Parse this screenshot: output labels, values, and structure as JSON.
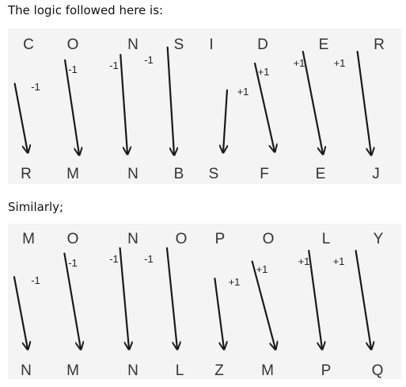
{
  "texts": {
    "intro": "The logic followed here is:",
    "similarly": "Similarly;"
  },
  "groups": [
    {
      "id": "ex1-left",
      "top": [
        "C",
        "O",
        "N",
        "S"
      ],
      "bottom": [
        "R",
        "M",
        "N",
        "B"
      ],
      "ops": [
        "-1",
        "-1",
        "-1",
        "-1"
      ]
    },
    {
      "id": "ex1-right",
      "top": [
        "I",
        "D",
        "E",
        "R"
      ],
      "bottom": [
        "S",
        "F",
        "E",
        "J"
      ],
      "ops": [
        "+1",
        "+1",
        "+1",
        "+1"
      ]
    },
    {
      "id": "ex2-left",
      "top": [
        "M",
        "O",
        "N",
        "O"
      ],
      "bottom": [
        "N",
        "M",
        "N",
        "L"
      ],
      "ops": [
        "-1",
        "-1",
        "-1",
        "-1"
      ]
    },
    {
      "id": "ex2-right",
      "top": [
        "P",
        "O",
        "L",
        "Y"
      ],
      "bottom": [
        "Z",
        "M",
        "P",
        "Q"
      ],
      "ops": [
        "+1",
        "+1",
        "+1",
        "+1"
      ]
    }
  ]
}
